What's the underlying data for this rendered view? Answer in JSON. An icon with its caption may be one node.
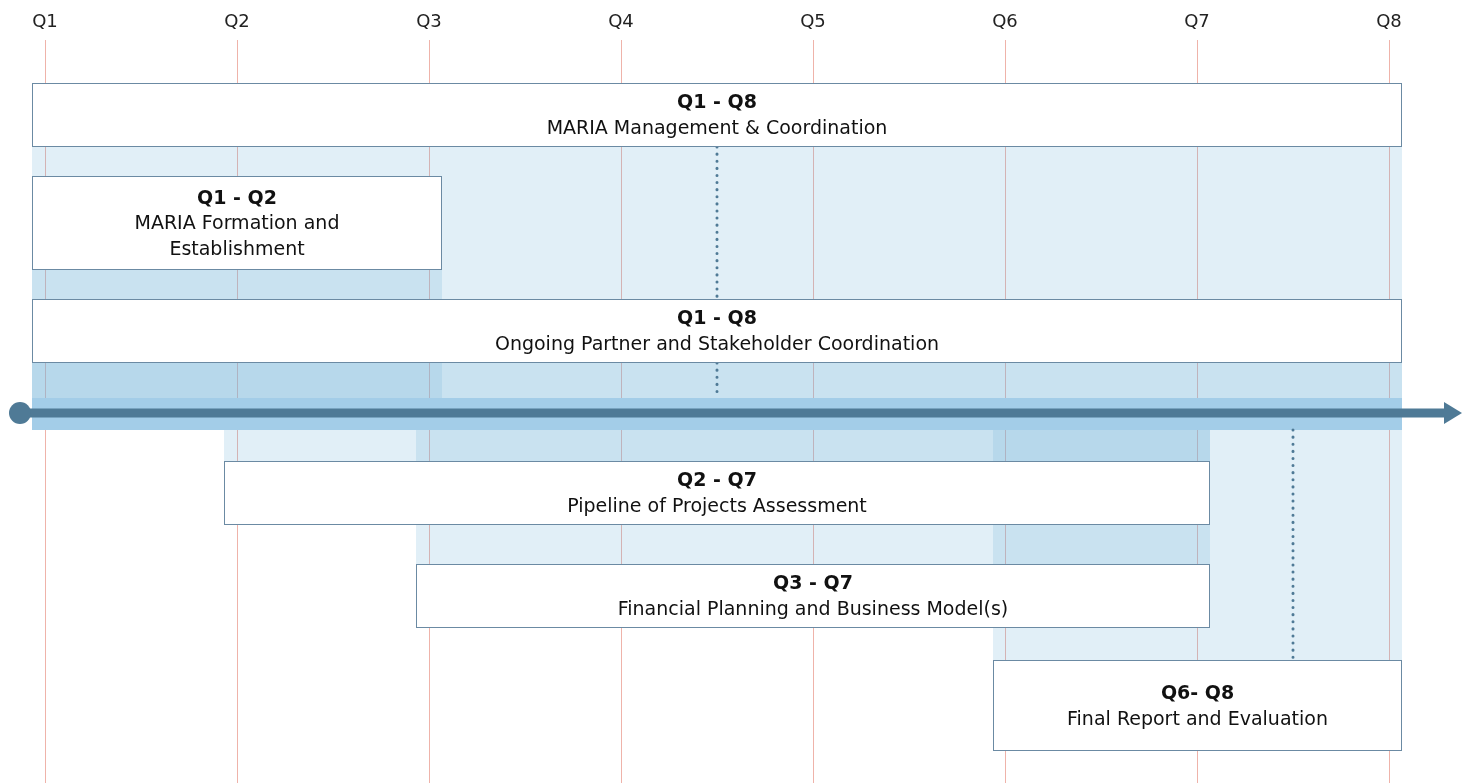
{
  "diagram": {
    "nodes": [
      {
        "text": [
          "Q1 - Q8",
          "MARIA Management & Coordination"
        ]
      },
      {
        "text": [
          "Q1 - Q2",
          "MARIA Formation and Establishment"
        ]
      },
      {
        "text": [
          "Q1 - Q8",
          "Ongoing Partner and Stakeholder Coordination"
        ]
      },
      {
        "text": [],
        "shape": "bar"
      },
      {
        "text": [
          "Q2 - Q7",
          "Pipeline of Projects Assessment"
        ]
      },
      {
        "text": [
          "Q3 - Q7",
          "Financial Planning and Business Model(s)"
        ]
      },
      {
        "text": [
          "Q6- Q8",
          "Final Report and Evaluation"
        ]
      }
    ],
    "edges": [
      {
        "from": 0,
        "to": 2,
        "arrow": "none",
        "style": "dashed"
      },
      {
        "from": 2,
        "to": 3,
        "arrow": "none",
        "style": "dashed"
      },
      {
        "from": 3,
        "to": 6,
        "arrow": "none",
        "style": "dashed"
      }
    ],
    "labels": [
      "Q1",
      "Q2",
      "Q3",
      "Q4",
      "Q5",
      "Q6",
      "Q7",
      "Q8"
    ]
  }
}
